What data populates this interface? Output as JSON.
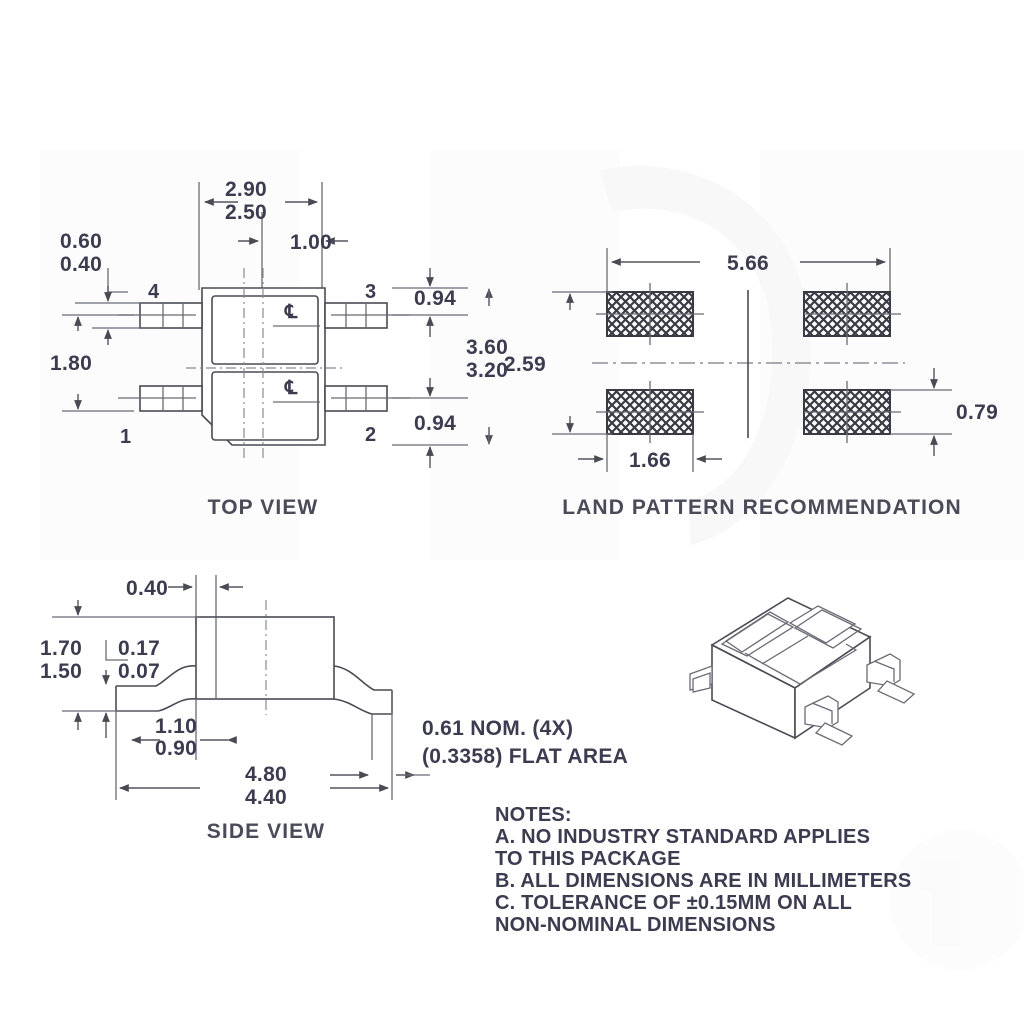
{
  "document": {
    "type": "mechanical-package-drawing",
    "units_note": "ALL DIMENSIONS ARE IN MILLIMETERS",
    "background_color": "#ffffff",
    "line_color": "#4a4a55",
    "text_color": "#3c3c50"
  },
  "views": {
    "top": {
      "caption": "TOP VIEW",
      "pin_numbers": [
        "1",
        "2",
        "3",
        "4"
      ],
      "centerline_symbol": "℄",
      "dimensions": {
        "width_max": "2.90",
        "width_min": "2.50",
        "lead_pitch_center": "1.00",
        "lead_width_max": "0.60",
        "lead_width_min": "0.40",
        "lead_span_vertical": "1.80",
        "lead_offset_top": "0.94",
        "lead_offset_bottom": "0.94",
        "height_max": "3.60",
        "height_min": "3.20"
      }
    },
    "land_pattern": {
      "caption": "LAND PATTERN RECOMMENDATION",
      "dimensions": {
        "overall_span": "5.66",
        "vertical_span": "2.59",
        "pad_length": "1.66",
        "pad_width": "0.79"
      },
      "pad_count": 4
    },
    "side": {
      "caption": "SIDE VIEW",
      "dimensions": {
        "body_offset": "0.40",
        "height_max": "1.70",
        "height_min": "1.50",
        "lead_thick_max": "0.17",
        "lead_thick_min": "0.07",
        "foot_len_max": "1.10",
        "foot_len_min": "0.90",
        "overall_len_max": "4.80",
        "overall_len_min": "4.40"
      },
      "callout_line1": "0.61 NOM. (4X)",
      "callout_line2": "(0.3358) FLAT AREA"
    },
    "isometric": {
      "caption": ""
    }
  },
  "notes": {
    "title": "NOTES:",
    "items": [
      "A. NO INDUSTRY STANDARD APPLIES",
      "    TO THIS PACKAGE",
      "B. ALL DIMENSIONS ARE IN MILLIMETERS",
      "C. TOLERANCE OF  ±0.15MM ON ALL",
      "    NON-NOMINAL DIMENSIONS"
    ]
  }
}
